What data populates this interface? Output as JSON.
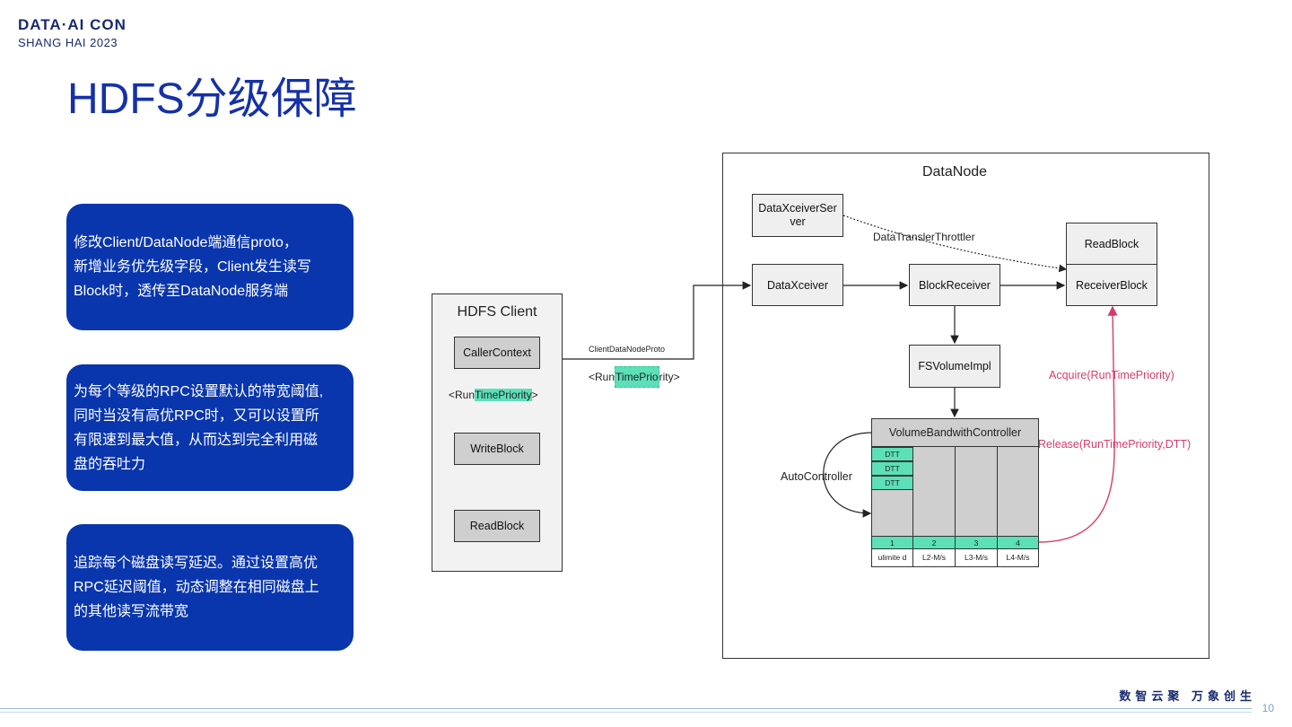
{
  "header": {
    "logo_line1": "DATA·AI CON",
    "logo_line2": "SHANG HAI 2023",
    "title": "HDFS分级保障"
  },
  "cards": [
    {
      "lines": [
        "修改Client/DataNode端通信proto，",
        "新增业务优先级字段，Client发生读写",
        "Block时，透传至DataNode服务端"
      ]
    },
    {
      "lines": [
        "为每个等级的RPC设置默认的带宽阈值,",
        "同时当没有高优RPC时，又可以设置所",
        "有限速到最大值，从而达到完全利用磁",
        "盘的吞吐力"
      ]
    },
    {
      "lines": [
        "追踪每个磁盘读写延迟。通过设置高优",
        "RPC延迟阈值，动态调整在相同磁盘上",
        "的其他读写流带宽"
      ]
    }
  ],
  "client": {
    "title": "HDFS Client",
    "caller_context": "CallerContext",
    "priority_prefix": "<Run",
    "priority_highlight": "TimePriority",
    "priority_suffix": ">",
    "write_block": "WriteBlock",
    "read_block": "ReadBlock"
  },
  "link": {
    "proto_label": "ClientDataNodeProto",
    "priority_prefix": "<Run",
    "priority_highlight": "TimePrio",
    "priority_suffix": "rity>"
  },
  "datanode": {
    "title": "DataNode",
    "xceiver_server": "DataXceiverSer ver",
    "throttler_label": "DataTranslerThrottler",
    "read_block": "ReadBlock",
    "receiver_block": "ReceiverBlock",
    "data_xceiver": "DataXceiver",
    "block_receiver": "BlockReceiver",
    "fs_volume": "FSVolumeImpl",
    "controller": "VolumeBandwithController",
    "auto_controller": "AutoController",
    "acquire_label": "Acquire(RunTimePriority)",
    "release_label": "Release(RunTimePriority,DTT)",
    "dtt": [
      "DTT",
      "DTT",
      "DTT"
    ],
    "levels": [
      "1",
      "2",
      "3",
      "4"
    ],
    "limits": [
      "ulimite d",
      "L2-M/s",
      "L3-M/s",
      "L4-M/s"
    ]
  },
  "footer": {
    "slogan": "数智云聚  万象创生",
    "page_number": "10"
  },
  "colors": {
    "title": "#1531a8",
    "card": "#0936ad",
    "highlight": "#5be0b8",
    "accent_pink": "#d83b6b"
  }
}
